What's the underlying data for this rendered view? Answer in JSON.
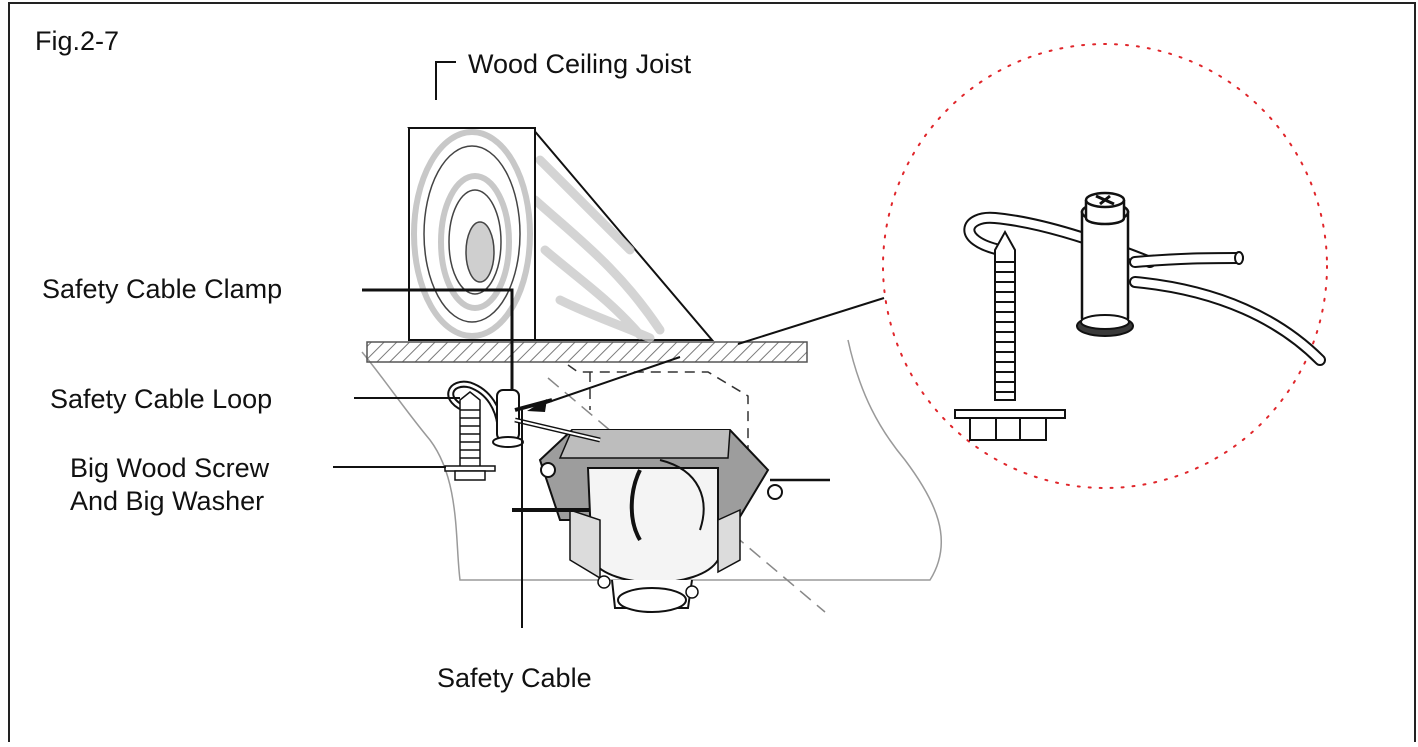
{
  "figure": {
    "label": "Fig.2-7"
  },
  "callouts": {
    "joist": "Wood Ceiling Joist",
    "clamp": "Safety Cable Clamp",
    "loop": "Safety Cable Loop",
    "screw_line1": "Big Wood Screw",
    "screw_line2": "And Big Washer",
    "cable": "Safety Cable"
  },
  "colors": {
    "ink": "#111111",
    "wood_grain": "#c8c8c8",
    "detail_circle": "#e0262b",
    "hatch": "#777777"
  }
}
